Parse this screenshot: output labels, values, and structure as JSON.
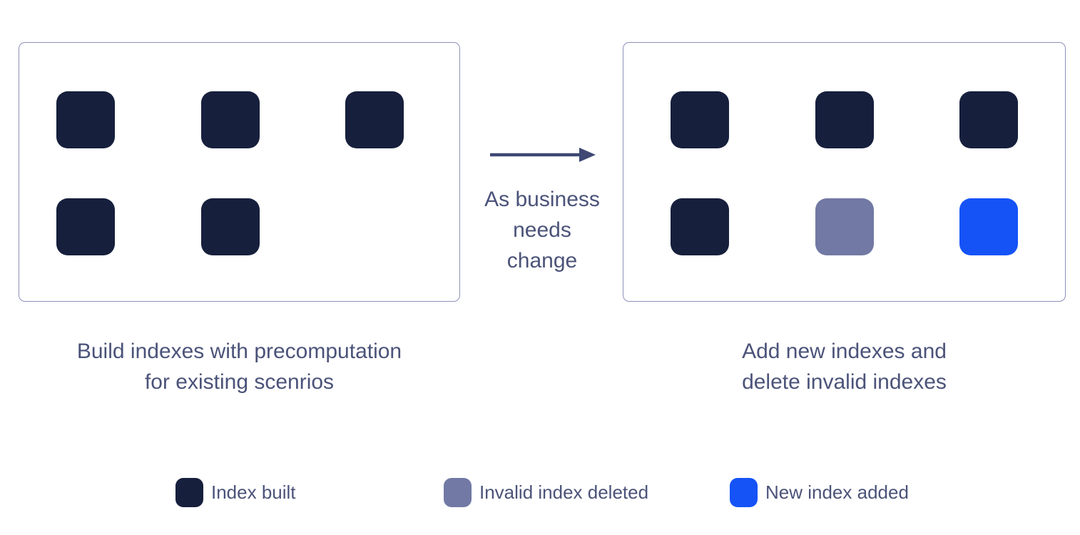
{
  "colors": {
    "background": "#ffffff",
    "box_border": "#8d92ba",
    "text": "#4b5379",
    "arrow": "#3e4873"
  },
  "state_colors": {
    "built": "#161f3c",
    "deleted": "#7179a4",
    "added": "#1553f7"
  },
  "left_panel": {
    "caption": "Build indexes with precomputation\nfor existing scenrios",
    "grid": [
      [
        "built",
        "built",
        "built"
      ],
      [
        "built",
        "built"
      ]
    ]
  },
  "transition": {
    "label": "As business\nneeds\nchange"
  },
  "right_panel": {
    "caption": "Add new indexes and\ndelete invalid indexes",
    "grid": [
      [
        "built",
        "built",
        "built"
      ],
      [
        "built",
        "deleted",
        "added"
      ]
    ]
  },
  "legend": [
    {
      "state": "built",
      "label": "Index built"
    },
    {
      "state": "deleted",
      "label": "Invalid index deleted"
    },
    {
      "state": "added",
      "label": "New index added"
    }
  ]
}
